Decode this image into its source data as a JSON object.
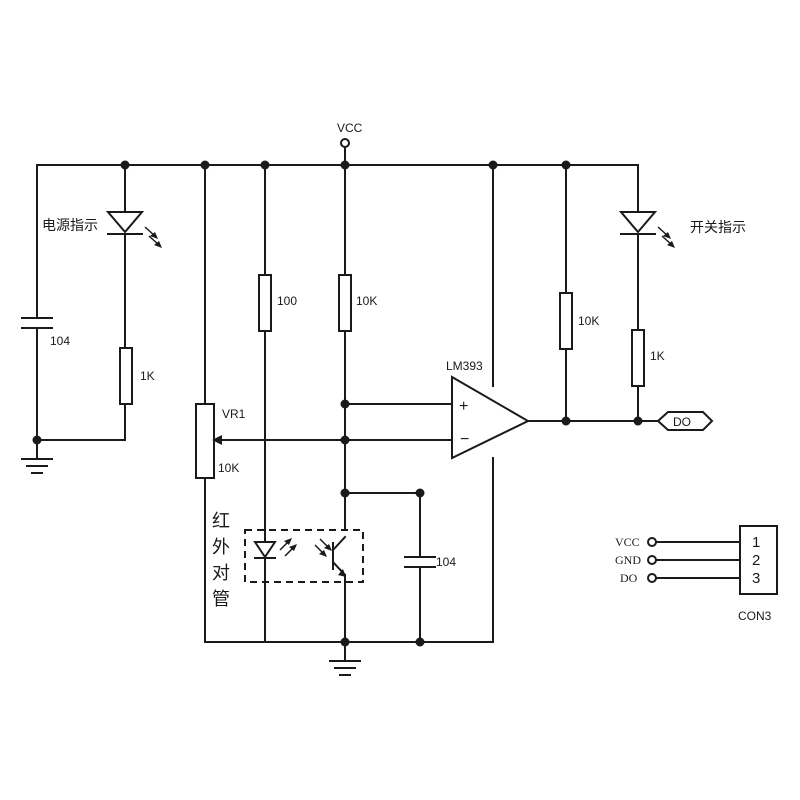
{
  "labels": {
    "vcc": "VCC",
    "power_indicator": "电源指示",
    "switch_indicator": "开关指示",
    "c_power": "104",
    "r_power_led": "1K",
    "r_ir_led": "100",
    "r_sensor": "10K",
    "pot_name": "VR1",
    "pot_value": "10K",
    "comparator": "LM393",
    "plus": "+",
    "minus": "−",
    "r_pullup": "10K",
    "r_switch_led": "1K",
    "output": "DO",
    "ir_pair": [
      "红",
      "外",
      "对",
      "管"
    ],
    "c_filter": "104",
    "connector": {
      "name": "CON3",
      "pins": [
        {
          "signal": "VCC",
          "number": "1"
        },
        {
          "signal": "GND",
          "number": "2"
        },
        {
          "signal": "DO",
          "number": "3"
        }
      ]
    }
  }
}
